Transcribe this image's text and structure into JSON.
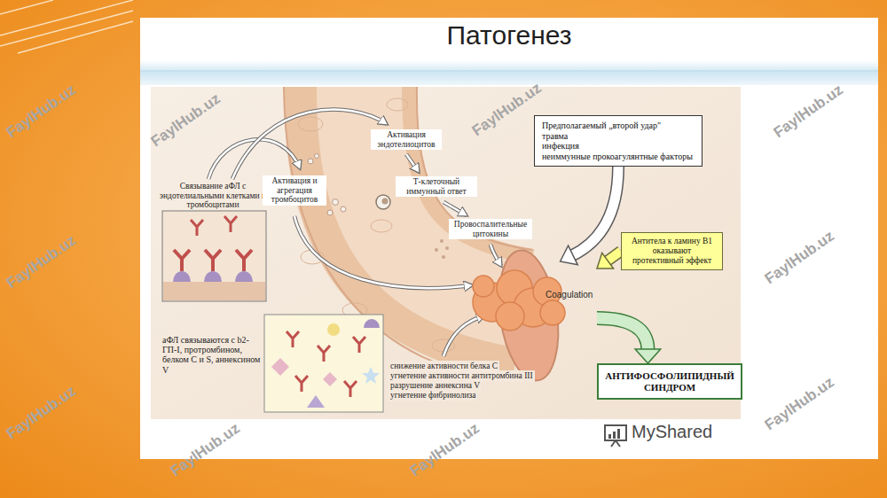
{
  "diagram": {
    "title": "Патогенез",
    "nodes": [
      {
        "text": [
          "Предполагаемый „второй удар\"",
          "травма",
          "инфекция",
          "неиммунные прокоагулянтные факторы"
        ]
      },
      {
        "text": [
          "Антитела к ламину В1 оказывают протективный эффект"
        ]
      },
      {
        "text": [
          "Coagulation"
        ]
      },
      {
        "text": [
          "АНТИФОСФОЛИПИДНЫЙ СИНДРОМ"
        ]
      }
    ],
    "edges": [
      {
        "from": 0,
        "to": 2,
        "arrow": "to"
      },
      {
        "from": 1,
        "to": 2,
        "arrow": "to"
      },
      {
        "from": 2,
        "to": 3,
        "arrow": "to"
      }
    ],
    "labels": [
      "Связывание аФЛ с эндотелиальными клетками и тромбоцитами",
      "Активация и агрегация тромбоцитов",
      "Активация эндотелиоцитов",
      "Т-клеточный иммунный ответ",
      "Провоспалительные цитокины",
      "аФЛ связываются с b2-ГП-I, протромбином, белком С и S, аннексином V",
      "снижение активности белка С",
      "угнетение активности антитромбина III",
      "разрушение аннексина V",
      "угнетение фибринолиза",
      "MyShared",
      "FaylHub.uz",
      "FaylHub.uz",
      "FaylHub.uz",
      "FaylHub.uz",
      "FaylHub.uz",
      "FaylHub.uz",
      "FaylHub.uz",
      "FaylHub.uz",
      "FaylHub.uz",
      "FaylHub.uz"
    ]
  }
}
